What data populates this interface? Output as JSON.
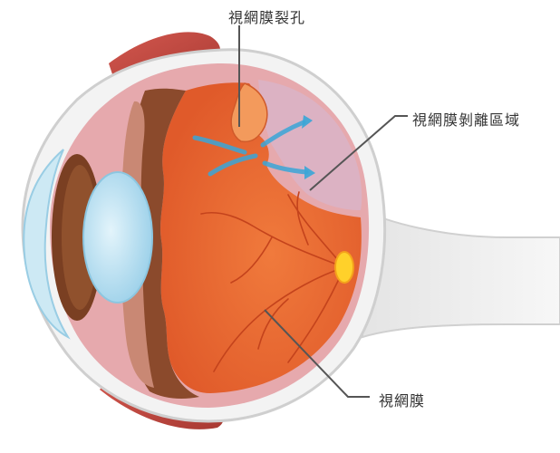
{
  "labels": {
    "retinal_tear": "視網膜裂孔",
    "retinal_detachment_area": "視網膜剝離區域",
    "retina": "視網膜"
  },
  "colors": {
    "sclera_outline": "#cfcfcf",
    "choroid_pink": "#e6a9ad",
    "retina_orange": "#ea6a32",
    "detached_zone": "#dcb2c3",
    "lens_blue": "#bfe4f2",
    "iris_brown": "#7a3f22",
    "optic_disc_yellow": "#ffd12a",
    "arrow_blue": "#3aa6d8",
    "muscle_red": "#c84b43",
    "leader_line": "#555555"
  }
}
